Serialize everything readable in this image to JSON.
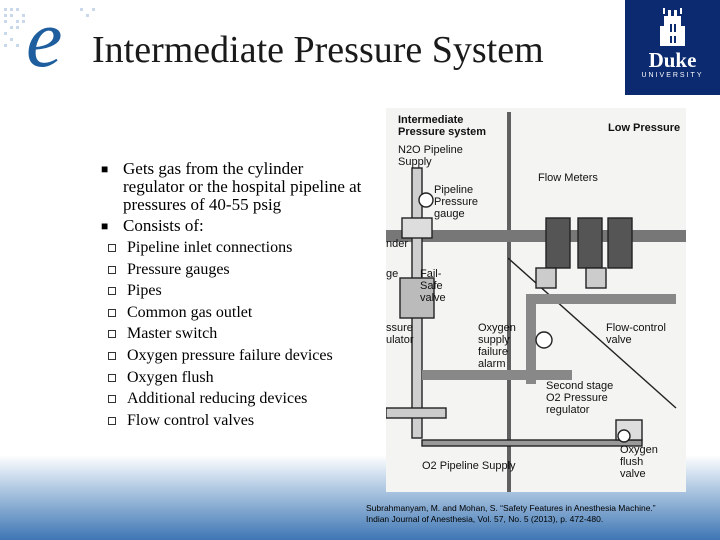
{
  "slide": {
    "title": "Intermediate Pressure System",
    "brand": {
      "word": "Duke",
      "sub": "UNIVERSITY",
      "color": "#0b2a6f"
    },
    "bullets": [
      {
        "text": "Gets gas from the cylinder regulator or the hospital pipeline at pressures of 40-55 psig"
      },
      {
        "text": "Consists of:"
      }
    ],
    "sub_bullets": [
      "Pipeline inlet connections",
      "Pressure gauges",
      "Pipes",
      "Common gas outlet",
      "Master switch",
      "Oxygen pressure failure devices",
      "Oxygen flush",
      "Additional reducing devices",
      "Flow control valves"
    ],
    "diagram": {
      "heading": "Intermediate Pressure system",
      "low_pressure": "Low Pressure",
      "n2o_supply": "N2O Pipeline Supply",
      "flow_meters": "Flow Meters",
      "pipeline_gauge": "Pipeline Pressure gauge",
      "cut_nder": "nder",
      "cut_ge": "ge",
      "failsafe": "Fail-Safe valve",
      "cut_ssure": "ssure",
      "cut_ulator": "ulator",
      "o2_alarm": "Oxygen supply failure alarm",
      "flow_control": "Flow-control valve",
      "second_stage": "Second stage O2 Pressure regulator",
      "o2_flush": "Oxygen flush valve",
      "o2_supply": "O2 Pipeline Supply"
    },
    "citation": [
      "Subrahmanyam, M. and Mohan, S. “Safety Features in Anesthesia Machine.”",
      "Indian Journal of Anesthesia, Vol. 57, No. 5 (2013), p. 472-480."
    ],
    "colors": {
      "band": "#3e76b4",
      "logo": "#1f5e9e"
    }
  }
}
